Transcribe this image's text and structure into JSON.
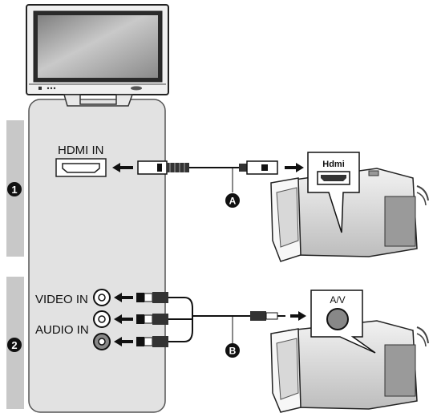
{
  "steps": [
    {
      "number": "1"
    },
    {
      "number": "2"
    }
  ],
  "tv_ports": {
    "hdmi_in": "HDMI IN",
    "video_in": "VIDEO IN",
    "audio_in": "AUDIO IN"
  },
  "cables": {
    "a": "A",
    "b": "B"
  },
  "camera_ports": {
    "hdmi_logo": "Hdmi",
    "av": "A/V"
  },
  "icons": [
    "tv-icon",
    "camcorder-icon",
    "hdmi-cable-icon",
    "av-cable-icon",
    "rca-jack-icon"
  ]
}
